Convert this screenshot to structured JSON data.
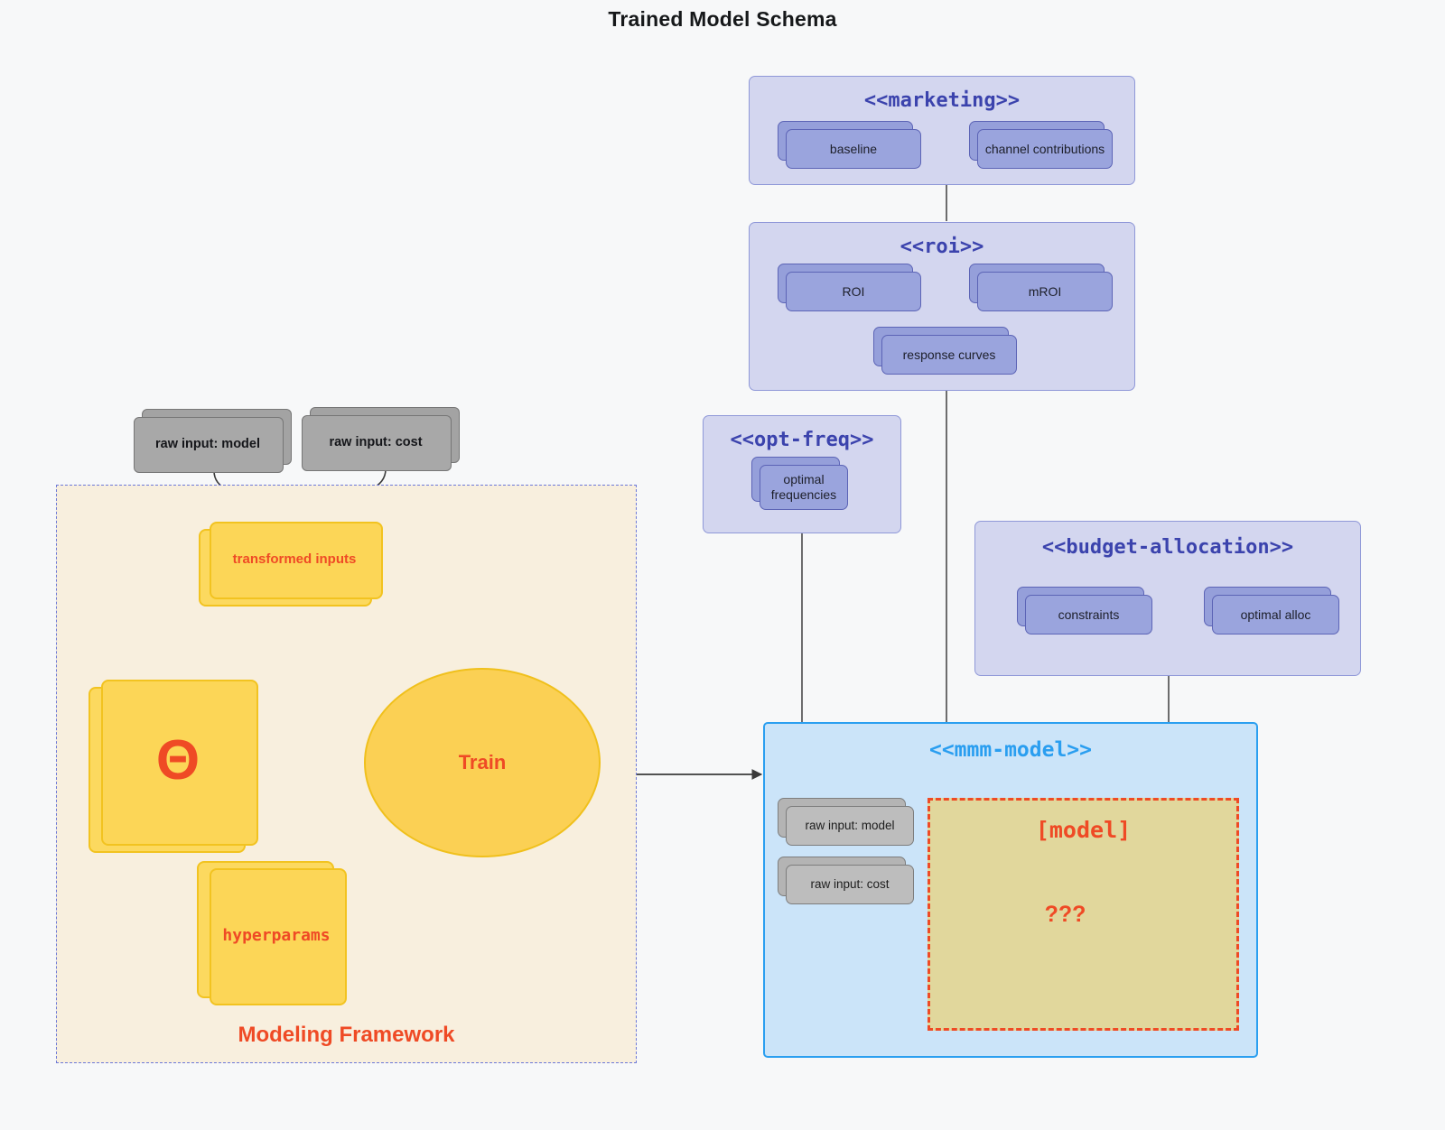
{
  "title": "Trained Model Schema",
  "colors": {
    "canvas_bg": "#f7f8f9",
    "package_bg": "#d3d6ef",
    "package_border": "#8f98d8",
    "package_title": "#3b43ad",
    "node_fill": "#9aa4dd",
    "node_border": "#5c64b6",
    "gray_fill": "#a8a8a8",
    "gray_border": "#767676",
    "yellow_fill": "#fcd657",
    "yellow_border": "#f2c320",
    "accent_red": "#ef4a25",
    "blue_package_bg": "#cbe4f9",
    "blue_package_border": "#2b9ff0",
    "blue_package_title": "#2a9ef0",
    "model_box_fill": "#e1d79c",
    "framework_bg": "#f8efde",
    "framework_border": "#6d79d8"
  },
  "packages": {
    "marketing": {
      "title": "<<marketing>>",
      "nodes": [
        {
          "label": "baseline"
        },
        {
          "label": "channel contributions"
        }
      ]
    },
    "roi": {
      "title": "<<roi>>",
      "nodes": [
        {
          "label": "ROI"
        },
        {
          "label": "mROI"
        },
        {
          "label": "response curves"
        }
      ]
    },
    "opt_freq": {
      "title": "<<opt-freq>>",
      "nodes": [
        {
          "label": "optimal\nfrequencies"
        }
      ]
    },
    "budget_allocation": {
      "title": "<<budget-allocation>>",
      "nodes": [
        {
          "label": "constraints"
        },
        {
          "label": "optimal alloc"
        }
      ]
    },
    "mmm_model": {
      "title": "<<mmm-model>>",
      "nodes": [
        {
          "label": "raw input: model"
        },
        {
          "label": "raw input: cost"
        }
      ],
      "model_box": {
        "title": "[model]",
        "question": "???"
      }
    }
  },
  "framework": {
    "label": "Modeling Framework",
    "raw_inputs": [
      {
        "label": "raw input: model"
      },
      {
        "label": "raw input: cost"
      }
    ],
    "transformed_inputs": {
      "label": "transformed inputs"
    },
    "theta": {
      "label": "Θ"
    },
    "hyperparams": {
      "label": "hyperparams"
    },
    "train": {
      "label": "Train"
    }
  }
}
